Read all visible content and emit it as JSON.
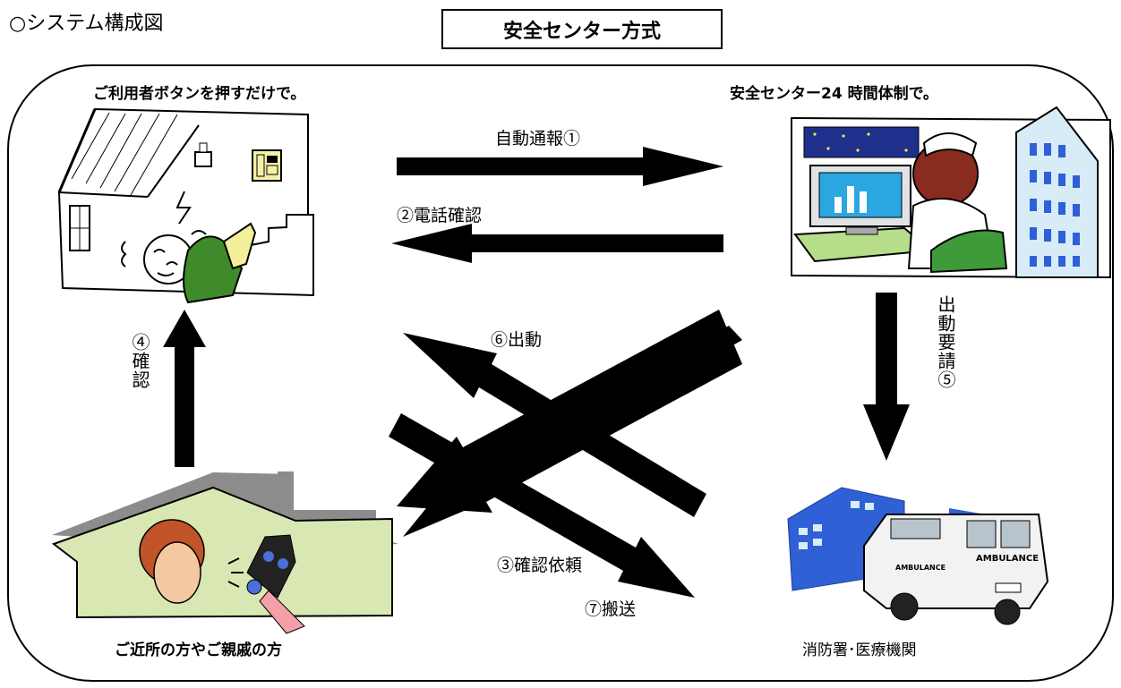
{
  "page": {
    "heading": "○システム構成図",
    "title": "安全センター方式"
  },
  "nodes": {
    "user_home": {
      "caption": "ご利用者ボタンを押すだけで。"
    },
    "center": {
      "caption": "安全センター24 時間体制で。"
    },
    "neighbor": {
      "caption": "ご近所の方やご親戚の方"
    },
    "fire_medical": {
      "caption": "消防署･医療機関"
    }
  },
  "flows": {
    "auto_report": "自動通報①",
    "phone_confirm": "②電話確認",
    "confirm_request": "③確認依頼",
    "check": "④確認",
    "dispatch_request": "出動要請⑤",
    "dispatch": "⑥出動",
    "transport": "⑦搬送"
  },
  "illustrations": {
    "ambulance_text": "AMBULANCE"
  },
  "colors": {
    "arrow": "#000000",
    "house_wall": "#d9e8b3",
    "house_roof": "#8c8c8c",
    "building": "#2f60d6",
    "uniform_green": "#3f8a2a"
  }
}
